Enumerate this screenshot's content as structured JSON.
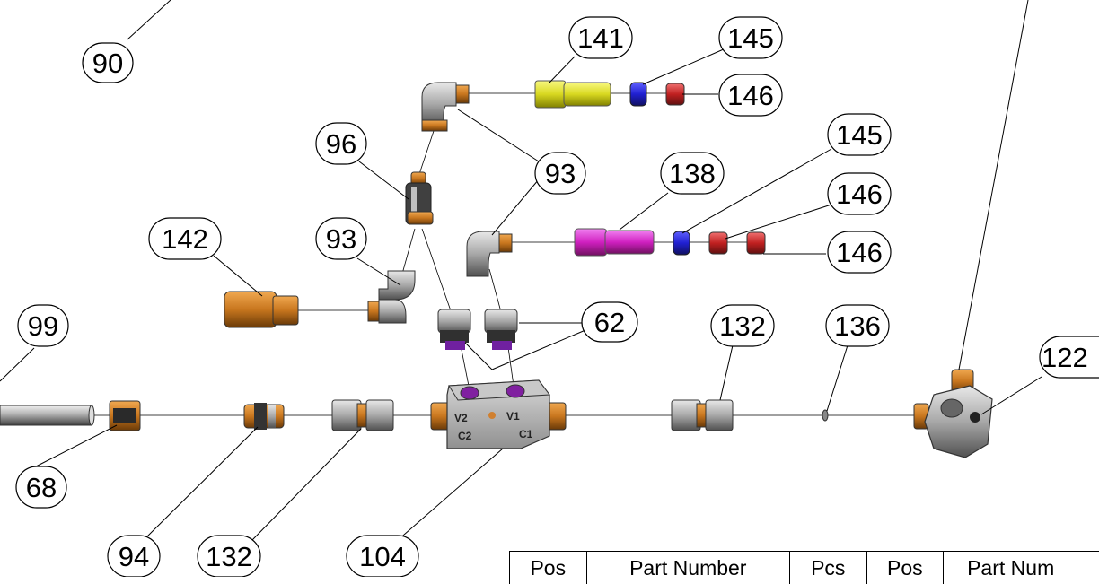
{
  "balloons": {
    "b90": "90",
    "b141": "141",
    "b145a": "145",
    "b146a": "146",
    "b96": "96",
    "b93a": "93",
    "b138": "138",
    "b145b": "145",
    "b146b": "146",
    "b146c": "146",
    "b142": "142",
    "b93b": "93",
    "b62": "62",
    "b99": "99",
    "b132a": "132",
    "b136": "136",
    "b122": "122",
    "b68": "68",
    "b94": "94",
    "b132b": "132",
    "b104": "104"
  },
  "block_labels": {
    "v2": "V2",
    "v1": "V1",
    "c2": "C2",
    "c1": "C1"
  },
  "table": {
    "headers": [
      "Pos",
      "Part Number",
      "Pcs",
      "Pos",
      "Part Num"
    ]
  },
  "colors": {
    "brass": "#c8761e",
    "steel": "#a8a8a8",
    "yellow": "#d8d820",
    "blue": "#2020d0",
    "red": "#c02020",
    "magenta": "#d020c0",
    "purple": "#702080"
  }
}
